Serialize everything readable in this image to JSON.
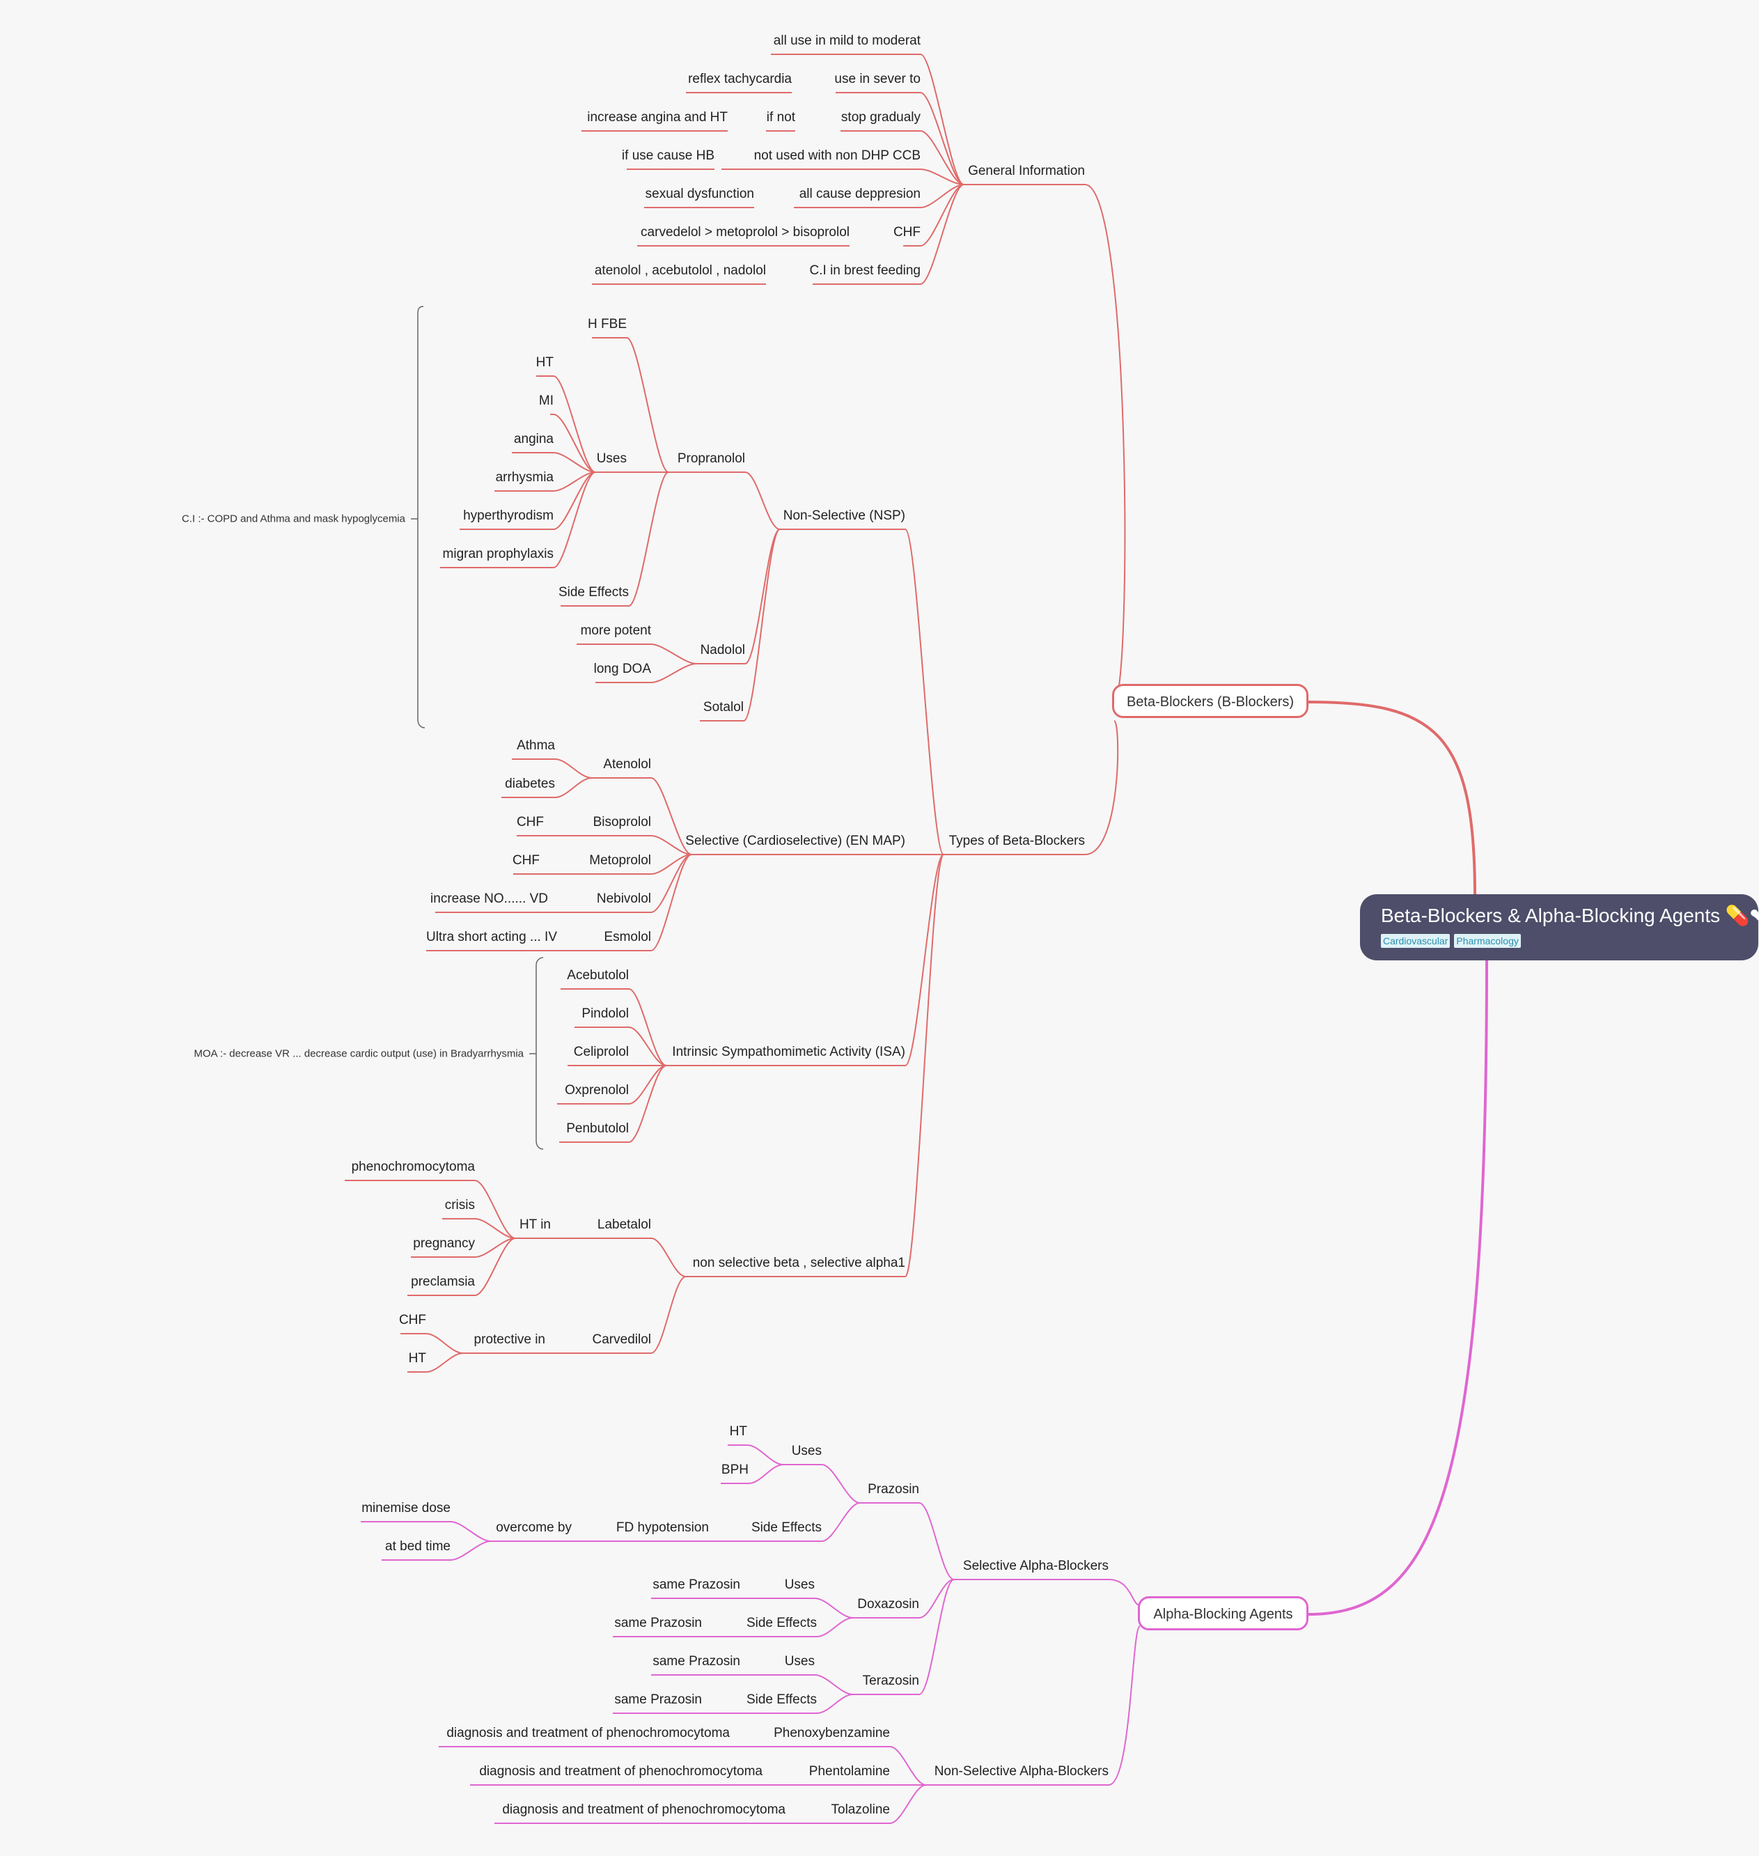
{
  "root": {
    "title": "Beta-Blockers & Alpha-Blocking Agents 💊❤",
    "tags": [
      "Cardiovascular",
      "Pharmacology"
    ]
  },
  "colors": {
    "beta": "#e06a6a",
    "alpha": "#e066d0",
    "root_bg": "#4e4e6a",
    "background": "#f7f7f7"
  },
  "beta": {
    "title": "Beta-Blockers (B-Blockers)",
    "general_info": {
      "label": "General Information",
      "items": [
        [
          "all use in mild to moderat"
        ],
        [
          "use in sever to",
          "reflex tachycardia"
        ],
        [
          "stop gradualy",
          "if not",
          "increase angina and HT"
        ],
        [
          "not used with non DHP CCB",
          "if use cause HB"
        ],
        [
          "all cause deppresion",
          "sexual dysfunction"
        ],
        [
          "CHF",
          "carvedelol > metoprolol > bisoprolol"
        ],
        [
          "C.I in brest feeding",
          "atenolol , acebutolol , nadolol"
        ]
      ]
    },
    "types": {
      "label": "Types of Beta-Blockers",
      "nsp": {
        "label": "Non-Selective (NSP)",
        "note": "C.I :- COPD and Athma  and mask hypoglycemia",
        "propranolol": {
          "label": "Propranolol",
          "h_fbe": "H FBE",
          "uses_label": "Uses",
          "uses": [
            "HT",
            "MI",
            "angina",
            "arrhysmia",
            "hyperthyrodism",
            "migran prophylaxis"
          ],
          "side_effects": "Side Effects"
        },
        "nadolol": {
          "label": "Nadolol",
          "items": [
            "more potent",
            "long DOA"
          ]
        },
        "sotalol": "Sotalol"
      },
      "selective": {
        "label": "Selective (Cardioselective) (EN MAP)",
        "atenolol": {
          "label": "Atenolol",
          "items": [
            "Athma",
            "diabetes"
          ]
        },
        "items": [
          [
            "Bisoprolol",
            "CHF"
          ],
          [
            "Metoprolol",
            "CHF"
          ],
          [
            "Nebivolol",
            "increase NO...... VD"
          ],
          [
            "Esmolol",
            "Ultra short acting ... IV"
          ]
        ]
      },
      "isa": {
        "label": "Intrinsic Sympathomimetic Activity (ISA)",
        "note": "MOA :- decrease VR ... decrease cardic output (use) in Bradyarrhysmia",
        "items": [
          "Acebutolol",
          "Pindolol",
          "Celiprolol",
          "Oxprenolol",
          "Penbutolol"
        ]
      },
      "mixed": {
        "label": "non selective beta , selective alpha1",
        "labetalol": {
          "label": "Labetalol",
          "ht_in": "HT in",
          "items": [
            "phenochromocytoma",
            "crisis",
            "pregnancy",
            "preclamsia"
          ]
        },
        "carvedilol": {
          "label": "Carvedilol",
          "protective": "protective in",
          "items": [
            "CHF",
            "HT"
          ]
        }
      }
    }
  },
  "alpha": {
    "title": "Alpha-Blocking Agents",
    "selective": {
      "label": "Selective Alpha-Blockers",
      "prazosin": {
        "label": "Prazosin",
        "uses_label": "Uses",
        "uses": [
          "HT",
          "BPH"
        ],
        "side_effects": "Side Effects",
        "fd": "FD hypotension",
        "overcome": "overcome by",
        "overcome_items": [
          "minemise dose",
          "at bed time"
        ]
      },
      "doxazosin": {
        "label": "Doxazosin",
        "uses": "Uses",
        "side_effects": "Side Effects",
        "same": "same Prazosin"
      },
      "terazosin": {
        "label": "Terazosin",
        "uses": "Uses",
        "side_effects": "Side Effects",
        "same": "same Prazosin"
      }
    },
    "nonselective": {
      "label": "Non-Selective Alpha-Blockers",
      "items": [
        [
          "Phenoxybenzamine",
          "diagnosis and treatment of phenochromocytoma"
        ],
        [
          "Phentolamine",
          "diagnosis and treatment of phenochromocytoma"
        ],
        [
          "Tolazoline",
          "diagnosis and treatment of phenochromocytoma"
        ]
      ]
    }
  }
}
